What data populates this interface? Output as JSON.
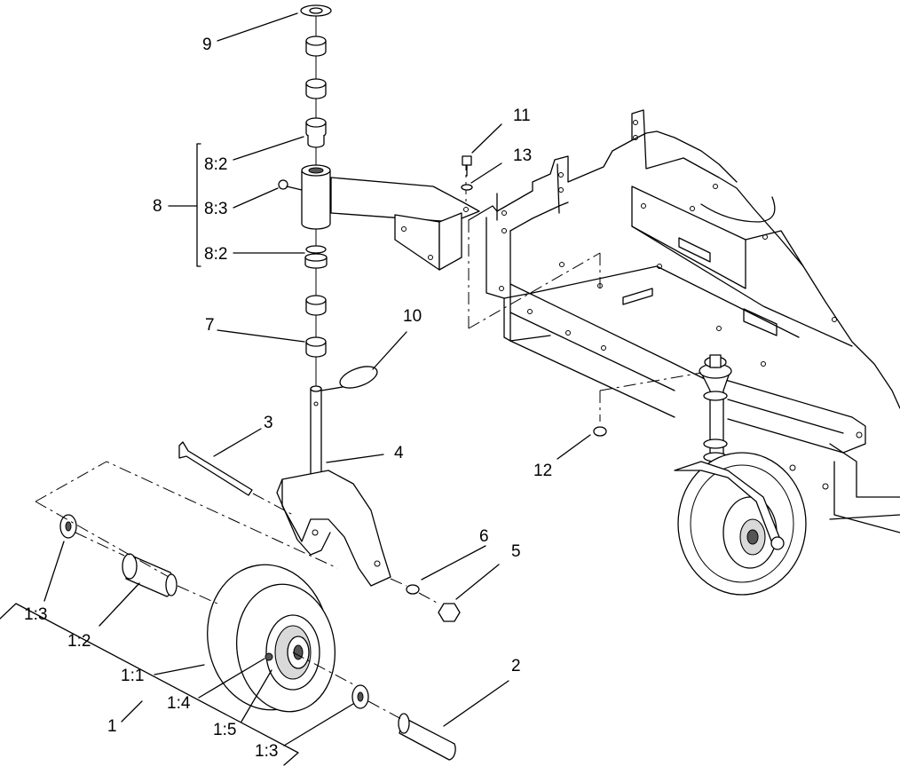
{
  "callouts": {
    "c1": "1",
    "c1_1": "1:1",
    "c1_2": "1:2",
    "c1_3a": "1:3",
    "c1_3b": "1:3",
    "c1_4": "1:4",
    "c1_5": "1:5",
    "c2": "2",
    "c3": "3",
    "c4": "4",
    "c5": "5",
    "c6": "6",
    "c7": "7",
    "c8": "8",
    "c8_2a": "8:2",
    "c8_3": "8:3",
    "c8_2b": "8:2",
    "c9": "9",
    "c10": "10",
    "c11": "11",
    "c12": "12",
    "c13": "13"
  }
}
